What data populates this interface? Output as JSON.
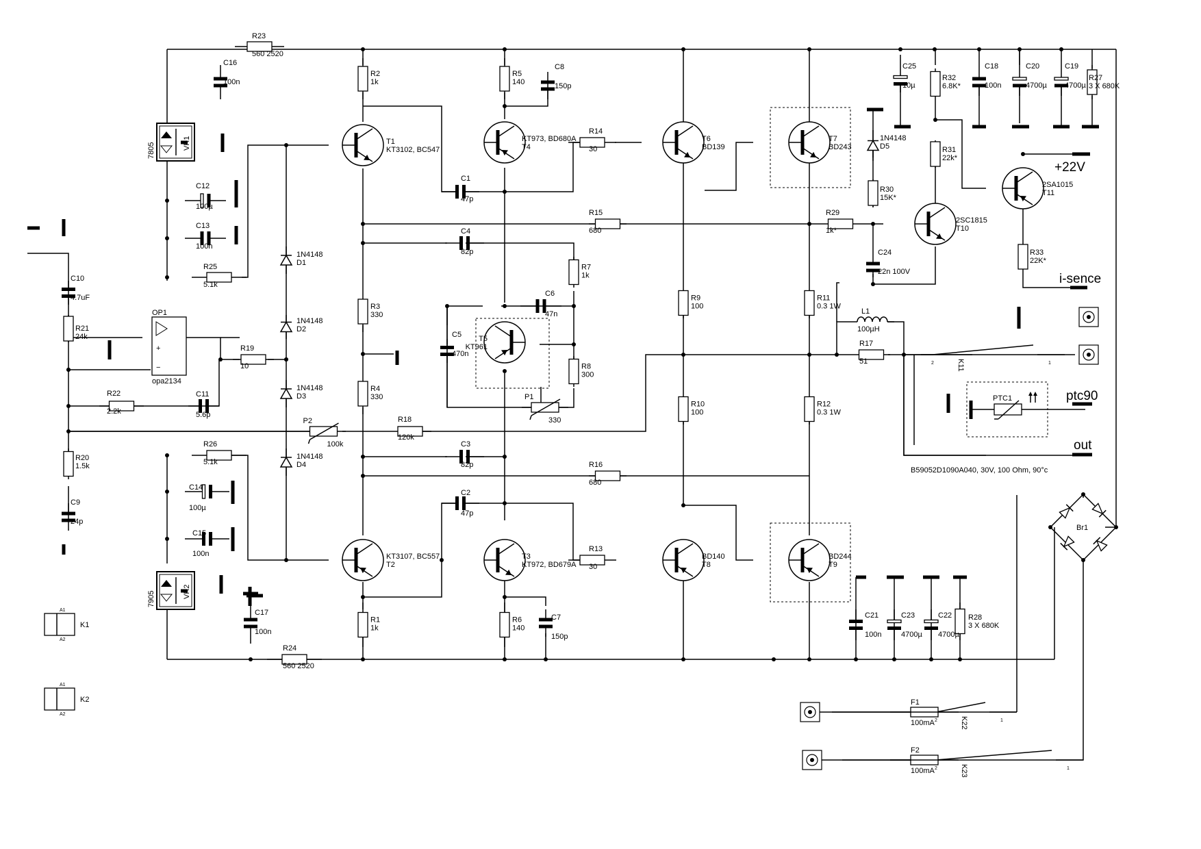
{
  "nets": {
    "plus22v": "+22V",
    "isense": "i-sence",
    "ptc90": "ptc90",
    "out": "out",
    "ptc_note": "B59052D1090A040, 30V, 100 Ohm, 90°c"
  },
  "resistors": [
    {
      "ref": "R23",
      "value": "560 2520"
    },
    {
      "ref": "R24",
      "value": "560 2520"
    },
    {
      "ref": "R25",
      "value": "5.1k"
    },
    {
      "ref": "R26",
      "value": "5.1k"
    },
    {
      "ref": "R21",
      "value": "24k"
    },
    {
      "ref": "R20",
      "value": "1.5k"
    },
    {
      "ref": "R22",
      "value": "2.2k"
    },
    {
      "ref": "R19",
      "value": "10"
    },
    {
      "ref": "R18",
      "value": "120k"
    },
    {
      "ref": "R2",
      "value": "1k"
    },
    {
      "ref": "R1",
      "value": "1k"
    },
    {
      "ref": "R3",
      "value": "330"
    },
    {
      "ref": "R4",
      "value": "330"
    },
    {
      "ref": "R5",
      "value": "140"
    },
    {
      "ref": "R6",
      "value": "140"
    },
    {
      "ref": "R7",
      "value": "1k"
    },
    {
      "ref": "R8",
      "value": "300"
    },
    {
      "ref": "R14",
      "value": "30"
    },
    {
      "ref": "R13",
      "value": "30"
    },
    {
      "ref": "R15",
      "value": "680"
    },
    {
      "ref": "R16",
      "value": "680"
    },
    {
      "ref": "R9",
      "value": "100"
    },
    {
      "ref": "R10",
      "value": "100"
    },
    {
      "ref": "R11",
      "value": "0.3 1W"
    },
    {
      "ref": "R12",
      "value": "0.3 1W"
    },
    {
      "ref": "R17",
      "value": "51"
    },
    {
      "ref": "R29",
      "value": "1k*"
    },
    {
      "ref": "R30",
      "value": "15K*"
    },
    {
      "ref": "R31",
      "value": "22k*"
    },
    {
      "ref": "R32",
      "value": "6.8K*"
    },
    {
      "ref": "R33",
      "value": "22K*"
    },
    {
      "ref": "R27",
      "value": "3 X 680K"
    },
    {
      "ref": "R28",
      "value": "3 X 680K"
    }
  ],
  "pots": [
    {
      "ref": "P1",
      "value": "330"
    },
    {
      "ref": "P2",
      "value": "100k"
    }
  ],
  "capacitors": [
    {
      "ref": "C16",
      "value": "100n"
    },
    {
      "ref": "C17",
      "value": "100n"
    },
    {
      "ref": "C12",
      "value": "100µ"
    },
    {
      "ref": "C13",
      "value": "100n"
    },
    {
      "ref": "C14",
      "value": "100µ"
    },
    {
      "ref": "C15",
      "value": "100n"
    },
    {
      "ref": "C10",
      "value": "4.7uF"
    },
    {
      "ref": "C9",
      "value": "24p"
    },
    {
      "ref": "C11",
      "value": "5.6p"
    },
    {
      "ref": "C1",
      "value": "47p"
    },
    {
      "ref": "C2",
      "value": "47p"
    },
    {
      "ref": "C3",
      "value": "82p"
    },
    {
      "ref": "C4",
      "value": "82p"
    },
    {
      "ref": "C5",
      "value": "470n"
    },
    {
      "ref": "C6",
      "value": "47n"
    },
    {
      "ref": "C8",
      "value": "150p"
    },
    {
      "ref": "C7",
      "value": "150p"
    },
    {
      "ref": "C24",
      "value": "22n 100V"
    },
    {
      "ref": "C25",
      "value": "10µ"
    },
    {
      "ref": "C18",
      "value": "100n"
    },
    {
      "ref": "C20",
      "value": "4700µ"
    },
    {
      "ref": "C19",
      "value": "4700µ"
    },
    {
      "ref": "C21",
      "value": "100n"
    },
    {
      "ref": "C23",
      "value": "4700µ"
    },
    {
      "ref": "C22",
      "value": "4700µ"
    }
  ],
  "transistors": [
    {
      "ref": "T1",
      "part": "KT3102, BC547"
    },
    {
      "ref": "T2",
      "part": "KT3107, BC557"
    },
    {
      "ref": "T4",
      "part": "KT973, BD680A"
    },
    {
      "ref": "T3",
      "part": "KT972, BD679A"
    },
    {
      "ref": "T5",
      "part": "KT961"
    },
    {
      "ref": "T6",
      "part": "BD139"
    },
    {
      "ref": "T8",
      "part": "BD140"
    },
    {
      "ref": "T7",
      "part": "BD243"
    },
    {
      "ref": "T9",
      "part": "BD244"
    },
    {
      "ref": "T10",
      "part": "2SC1815"
    },
    {
      "ref": "T11",
      "part": "2SA1015"
    }
  ],
  "diodes": [
    {
      "ref": "D1",
      "part": "1N4148"
    },
    {
      "ref": "D2",
      "part": "1N4148"
    },
    {
      "ref": "D3",
      "part": "1N4148"
    },
    {
      "ref": "D4",
      "part": "1N4148"
    },
    {
      "ref": "D5",
      "part": "1N4148"
    }
  ],
  "regulators": [
    {
      "ref": "VR1",
      "part": "7805"
    },
    {
      "ref": "VR2",
      "part": "7905"
    }
  ],
  "opamp": {
    "ref": "OP1",
    "part": "opa2134"
  },
  "inductor": {
    "ref": "L1",
    "value": "100µH"
  },
  "ptc": {
    "ref": "PTC1"
  },
  "bridge": {
    "ref": "Br1"
  },
  "relays": [
    {
      "ref": "K1",
      "pin1": "A1",
      "pin2": "A2"
    },
    {
      "ref": "K2",
      "pin1": "A1",
      "pin2": "A2"
    }
  ],
  "switches": [
    {
      "ref": "K11",
      "pin_left": "2",
      "pin_right": "1"
    },
    {
      "ref": "K22",
      "pin_left": "2",
      "pin_right": "1"
    },
    {
      "ref": "K23",
      "pin_left": "2",
      "pin_right": "1"
    }
  ],
  "fuses": [
    {
      "ref": "F1",
      "value": "100mA"
    },
    {
      "ref": "F2",
      "value": "100mA"
    }
  ]
}
